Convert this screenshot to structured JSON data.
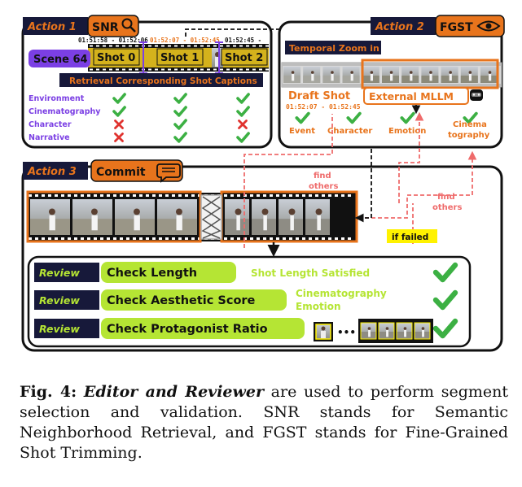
{
  "actions": [
    {
      "label": "Action 1",
      "tool": "SNR",
      "tool_icon": "search-icon"
    },
    {
      "label": "Action 2",
      "tool": "FGST",
      "tool_icon": "eye-icon"
    },
    {
      "label": "Action 3",
      "tool": "Commit",
      "tool_icon": "chat-bubble-icon"
    }
  ],
  "action1": {
    "scene_label": "Scene 64",
    "timestamps": [
      "01:51:58 - 01:52:06",
      "01:52:07 - 01:52:45",
      "01:52:45 -"
    ],
    "shots": [
      "Shot 0",
      "Shot 1",
      "Shot 2"
    ],
    "retrieval_banner": "Retrieval Corresponding Shot Captions",
    "rows": [
      {
        "label": "Environment",
        "marks": [
          "check",
          "check",
          "check"
        ]
      },
      {
        "label": "Cinematography",
        "marks": [
          "check",
          "check",
          "check"
        ]
      },
      {
        "label": "Character",
        "marks": [
          "cross",
          "check",
          "cross"
        ]
      },
      {
        "label": "Narrative",
        "marks": [
          "cross",
          "check",
          "check"
        ]
      }
    ]
  },
  "action2": {
    "zoom_label": "Temporal Zoom in",
    "draft_title": "Draft Shot",
    "draft_time": "01:52:07 - 01:52:45",
    "mllm_label": "External MLLM",
    "criteria": [
      "Event",
      "Character",
      "Emotion",
      "Cinema tography"
    ]
  },
  "action3": {
    "find_others": "find others",
    "if_failed": "if failed",
    "review_word": "Review",
    "checks": [
      {
        "name": "Check Length",
        "result": "Shot Length Satisfied"
      },
      {
        "name": "Check Aesthetic Score",
        "result": "Cinematography Emotion"
      },
      {
        "name": "Check Protagonist Ratio",
        "result": "",
        "ellipsis": "•••"
      }
    ]
  },
  "caption": {
    "label": "Fig. 4:",
    "title": "Editor and Reviewer",
    "text": " are used to perform segment selection and validation. SNR stands for Semantic Neighborhood Retrieval, and FGST stands for Fine-Grained Shot Trimming."
  },
  "colors": {
    "orange": "#e8741c",
    "gold": "#d4b21c",
    "purple": "#7b3fe4",
    "green": "#3cb043",
    "red": "#e0332f",
    "lime": "#b5e534",
    "navy": "#17193a",
    "pink_dash": "#ef6b6b"
  }
}
